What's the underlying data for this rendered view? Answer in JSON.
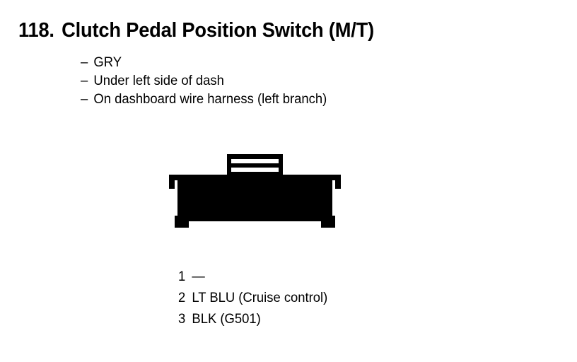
{
  "document": {
    "title_number": "118.",
    "title_text": "Clutch Pedal Position Switch (M/T)"
  },
  "notes": {
    "bullet_marker": "–",
    "items": [
      "GRY",
      "Under left side of dash",
      "On dashboard wire harness (left branch)"
    ]
  },
  "connector": {
    "caption_pins": [
      "1",
      "2",
      "3"
    ],
    "cavity_count": 3,
    "outline_color": "#000000",
    "fill_color": "#ffffff"
  },
  "pin_legend": {
    "rows": [
      {
        "pin": "1",
        "value": "—"
      },
      {
        "pin": "2",
        "value": "LT BLU (Cruise control)"
      },
      {
        "pin": "3",
        "value": "BLK (G501)"
      }
    ]
  }
}
